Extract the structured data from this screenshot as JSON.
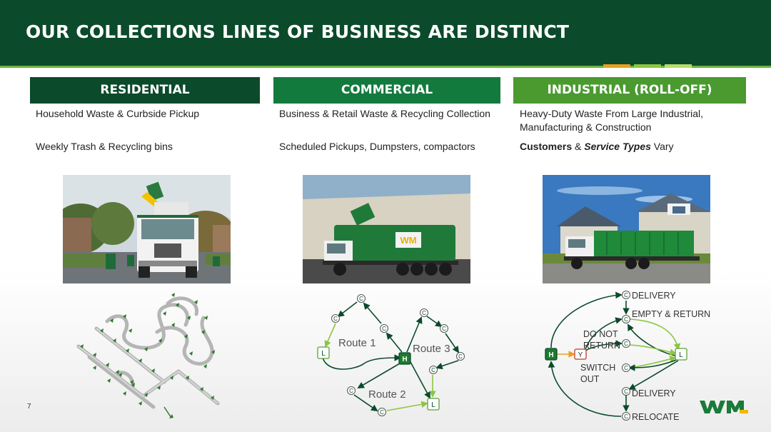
{
  "title": "OUR COLLECTIONS LINES OF BUSINESS ARE DISTINCT",
  "page_number": "7",
  "colors": {
    "header_bg": "#0b4a2b",
    "residential": "#0b4a2b",
    "commercial": "#137a3e",
    "industrial": "#4a9a30",
    "accent_orange": "#e8a020",
    "accent_green": "#8cc63f",
    "route_dark": "#0b4a2b",
    "route_light": "#8cc63f",
    "yield_red": "#c0392b",
    "wm_green": "#1a7a3a",
    "wm_yellow": "#f2b800"
  },
  "columns": [
    {
      "heading": "RESIDENTIAL",
      "line1": "Household Waste & Curbside Pickup",
      "line2": "Weekly Trash & Recycling bins"
    },
    {
      "heading": "COMMERCIAL",
      "line1": "Business & Retail Waste & Recycling Collection",
      "line2": "Scheduled Pickups, Dumpsters, compactors"
    },
    {
      "heading": "INDUSTRIAL (ROLL-OFF)",
      "line1a": "Heavy-Duty Waste From Large Industrial,",
      "line1b": "Manufacturing & Construction",
      "line2_bold1": "Customers",
      "line2_amp": " & ",
      "line2_bold2": "Service Types",
      "line2_rest": " Vary"
    }
  ],
  "commercial_diagram": {
    "route1": "Route 1",
    "route2": "Route 2",
    "route3": "Route 3",
    "hub": "H",
    "landfill": "L",
    "customer": "C"
  },
  "industrial_diagram": {
    "hub": "H",
    "yard": "Y",
    "landfill": "L",
    "customer": "C",
    "delivery_top": "DELIVERY",
    "empty_return": "EMPTY & RETURN",
    "do_not": "DO NOT",
    "return": "RETURN",
    "switch": "SWITCH",
    "out": "OUT",
    "delivery_bottom": "DELIVERY",
    "relocate": "RELOCATE"
  },
  "logo_text": "WM"
}
